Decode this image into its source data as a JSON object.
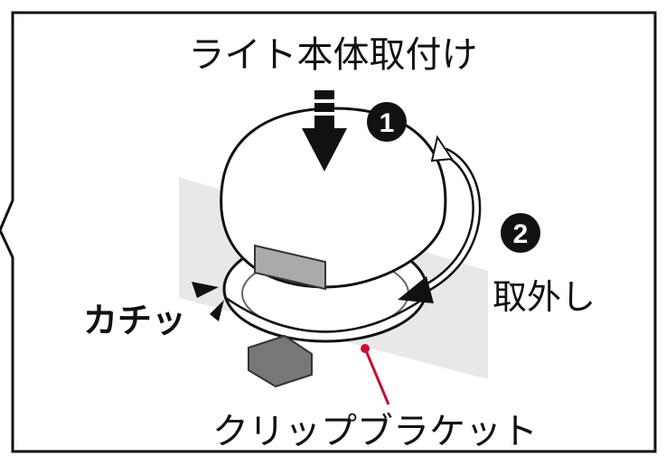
{
  "title": "ライト本体取付け",
  "step1": {
    "number": "1"
  },
  "step2": {
    "number": "2",
    "label": "取外し"
  },
  "click_sound": "カチッ",
  "part_label": "クリップブラケット",
  "colors": {
    "leader_line": "#c8102e",
    "body_outline": "#1a1a1a",
    "shadow": "#e6e6e6"
  }
}
